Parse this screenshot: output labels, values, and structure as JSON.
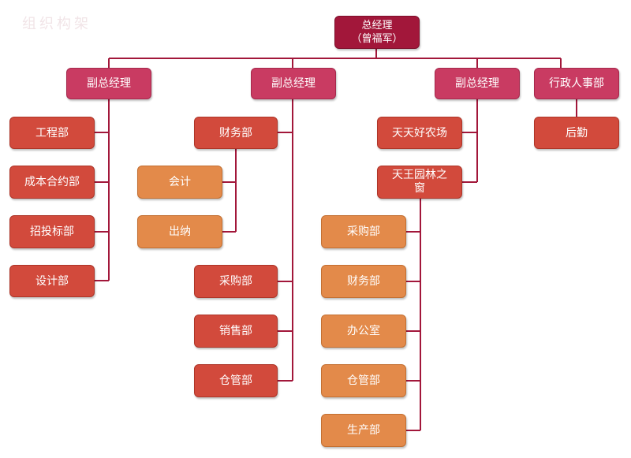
{
  "watermark": "组织构架",
  "colors": {
    "line": "#a2173a",
    "ceo": "#a2173a",
    "vp": "#c93b62",
    "department": "#d24a3c",
    "sub_department": "#e38a4a"
  },
  "chart": {
    "ceo": {
      "line1": "总经理",
      "line2": "（曾福军）"
    },
    "branches": [
      {
        "title": "副总经理",
        "departments": [
          "工程部",
          "成本合约部",
          "招投标部",
          "设计部"
        ]
      },
      {
        "title": "副总经理",
        "departments": [
          {
            "name": "财务部",
            "sub": [
              "会计",
              "出纳"
            ]
          },
          "采购部",
          "销售部",
          "仓管部"
        ]
      },
      {
        "title": "副总经理",
        "departments": [
          "天天好农场",
          {
            "name": "天王园林之\n窗",
            "sub": [
              "采购部",
              "财务部",
              "办公室",
              "仓管部",
              "生产部"
            ]
          }
        ]
      },
      {
        "title": "行政人事部",
        "departments": [
          "后勤"
        ]
      }
    ]
  }
}
